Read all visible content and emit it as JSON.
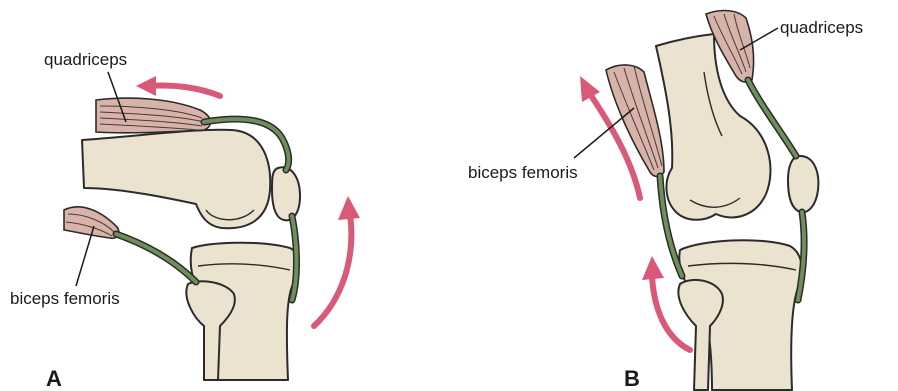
{
  "panels": [
    {
      "id": "A",
      "label": "A",
      "annotations": {
        "quadriceps": "quadriceps",
        "biceps_femoris": "biceps femoris"
      },
      "arrow_color": "#d95a78"
    },
    {
      "id": "B",
      "label": "B",
      "annotations": {
        "quadriceps": "quadriceps",
        "biceps_femoris": "biceps femoris"
      },
      "arrow_color": "#d95a78"
    }
  ]
}
